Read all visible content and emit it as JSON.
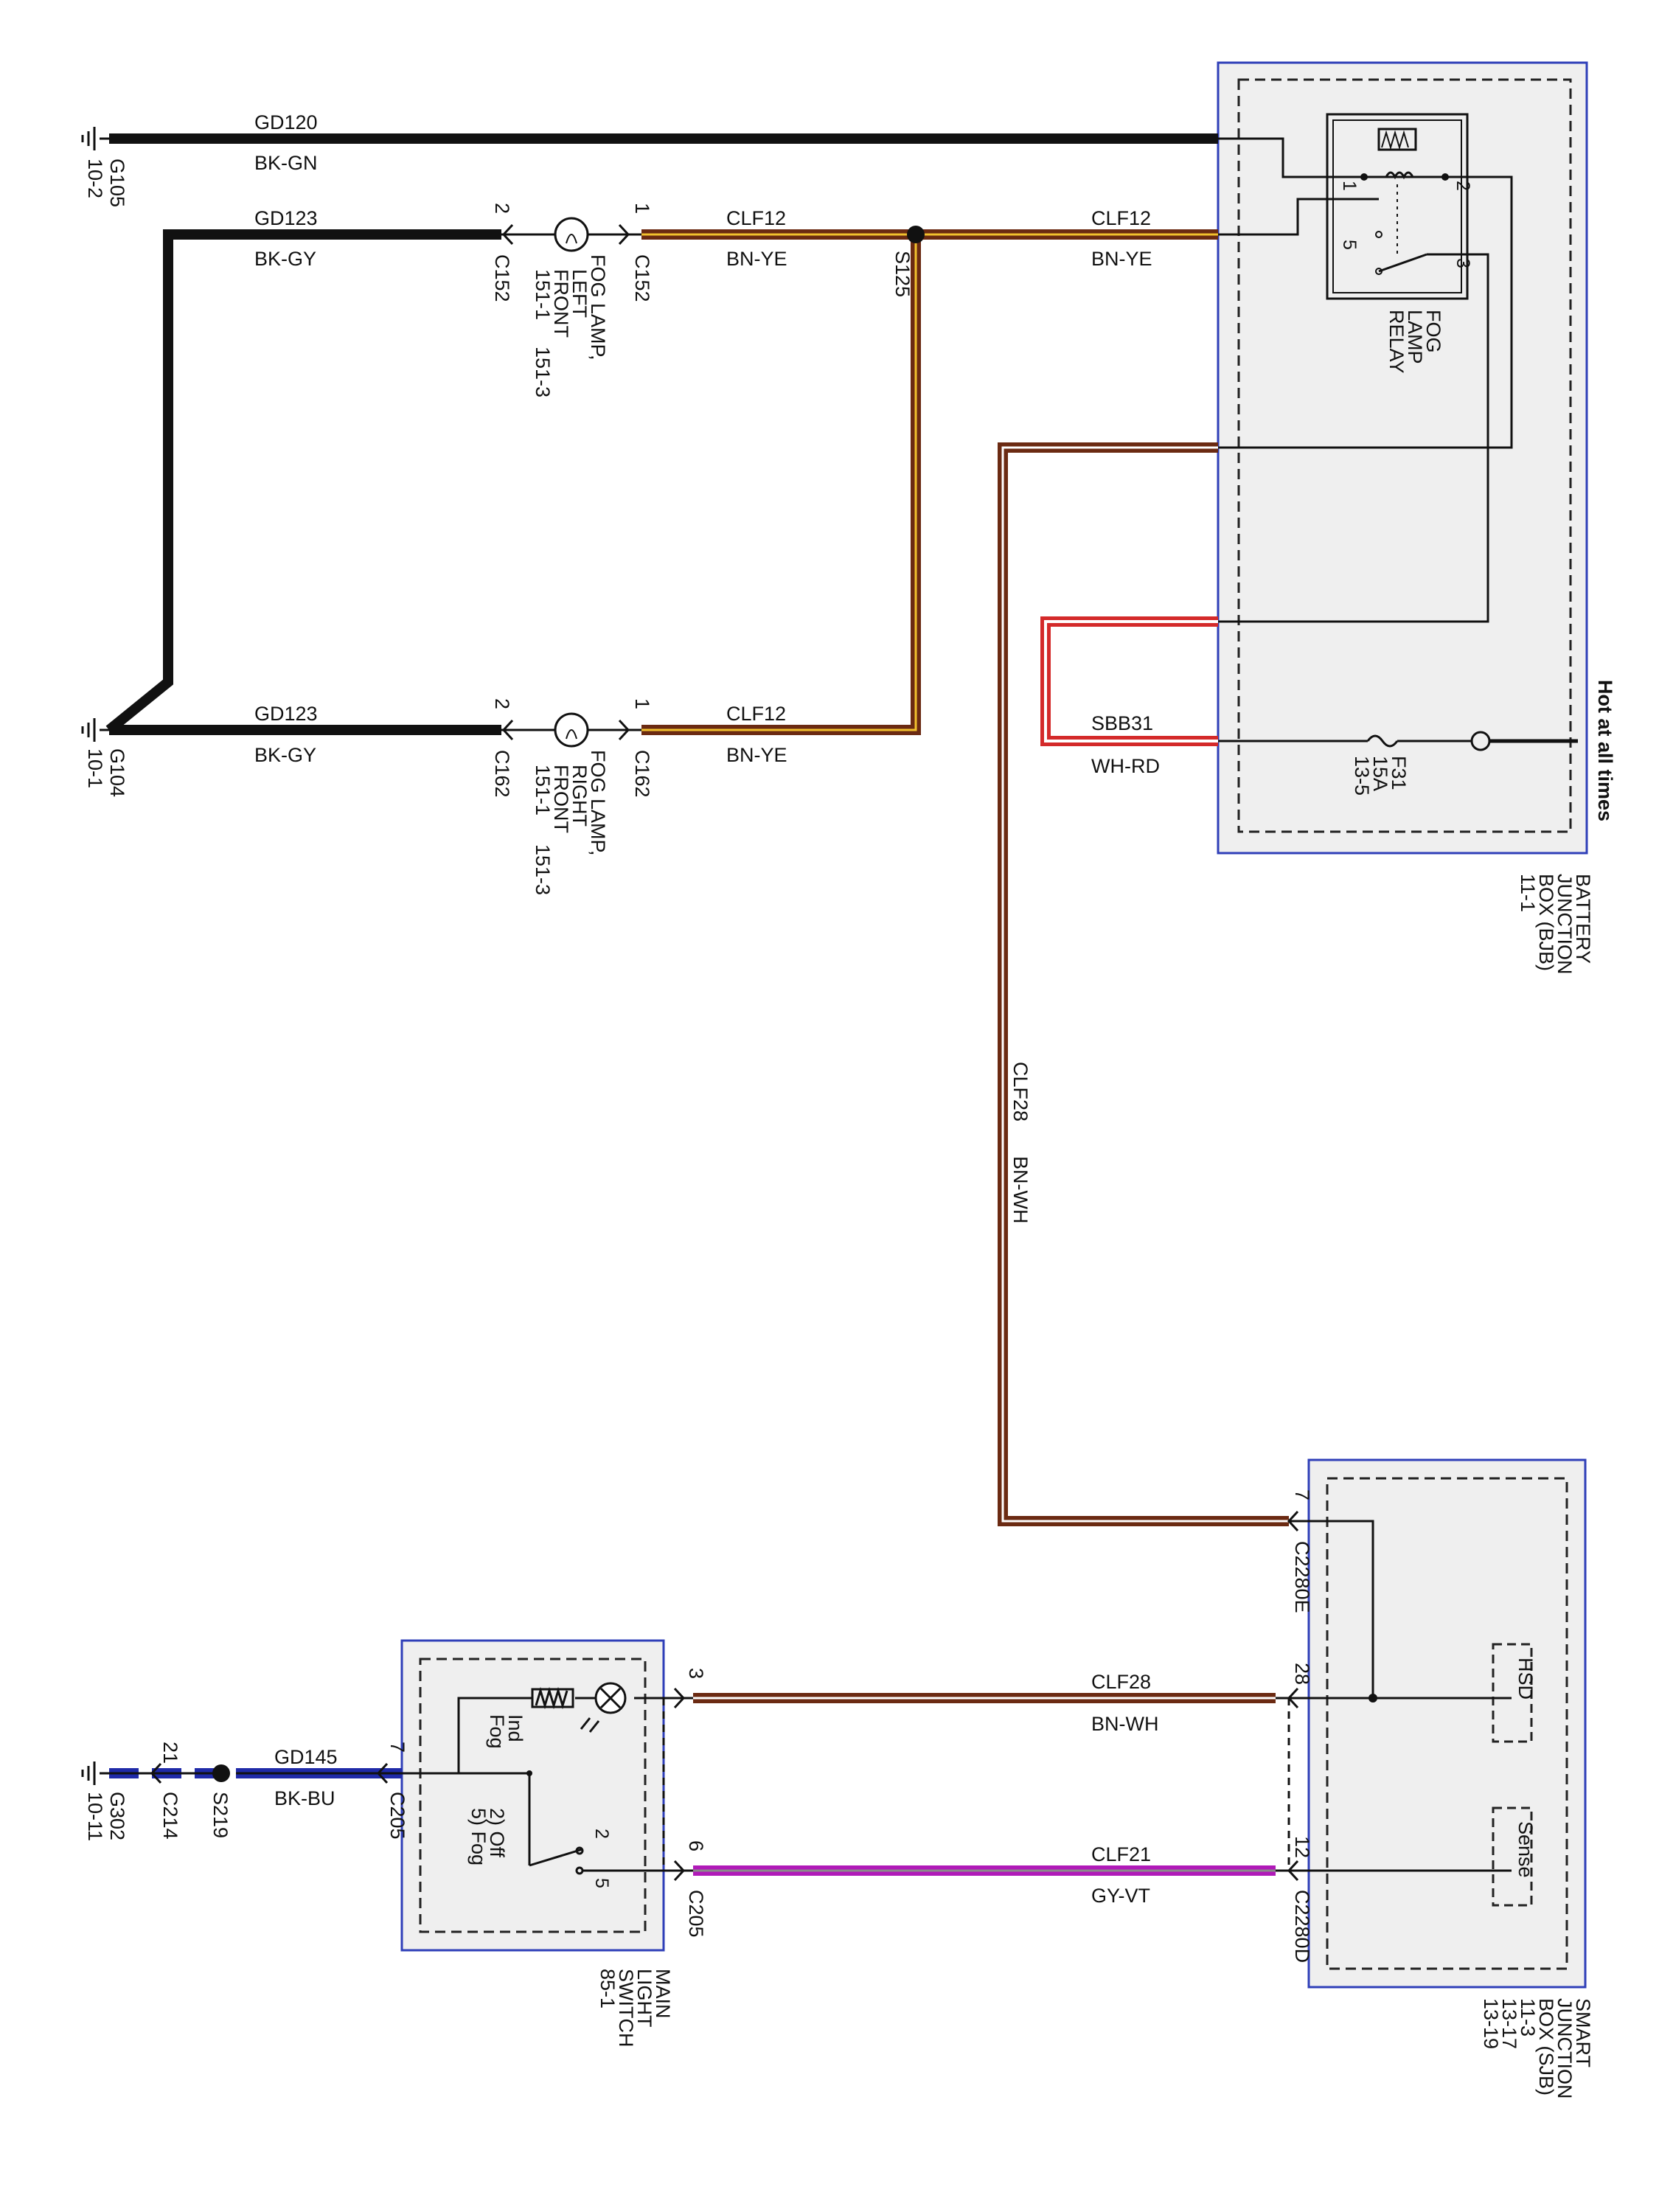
{
  "grounds": {
    "g105": {
      "name": "G105",
      "ref": "10-2"
    },
    "g104": {
      "name": "G104",
      "ref": "10-1"
    },
    "g302": {
      "name": "G302",
      "ref": "10-11"
    }
  },
  "wires": {
    "gd120": {
      "circuit": "GD120",
      "color": "BK-GN"
    },
    "gd123_top": {
      "circuit": "GD123",
      "color": "BK-GY"
    },
    "gd123_bottom": {
      "circuit": "GD123",
      "color": "BK-GY"
    },
    "clf12_a": {
      "circuit": "CLF12",
      "color": "BN-YE"
    },
    "clf12_b": {
      "circuit": "CLF12",
      "color": "BN-YE"
    },
    "clf12_c": {
      "circuit": "CLF12",
      "color": "BN-YE"
    },
    "sbb31": {
      "circuit": "SBB31",
      "color": "WH-RD"
    },
    "clf28_vertical": {
      "circuit": "CLF28",
      "color": "BN-WH"
    },
    "clf28_bottom": {
      "circuit": "CLF28",
      "color": "BN-WH"
    },
    "clf21": {
      "circuit": "CLF21",
      "color": "GY-VT"
    },
    "gd145": {
      "circuit": "GD145",
      "color": "BK-BU"
    },
    "wire_colors": {
      "black": "#111111",
      "brown": "#6b2a12",
      "yellow": "#f2c12e",
      "white": "#ffffff",
      "red": "#d42a2a",
      "blue": "#1f2aa8",
      "violet": "#b01ab8",
      "gray": "#8a8a8a"
    }
  },
  "connectors": {
    "c152_pin1": "1",
    "c152_pin2": "2",
    "c152_name_a": "C152",
    "c152_name_b": "C152",
    "c162_pin1": "1",
    "c162_pin2": "2",
    "c162_name_a": "C162",
    "c162_name_b": "C162",
    "c2280e_pin": "7",
    "c2280e_name": "C2280E",
    "c2280d_pin28": "28",
    "c2280d_pin12": "12",
    "c2280d_name": "C2280D",
    "c205_pin3": "3",
    "c205_pin6": "6",
    "c205_pin7": "7",
    "c205_name_a": "C205",
    "c205_name_b": "C205",
    "c214_pin": "21",
    "c214_name": "C214"
  },
  "splices": {
    "s125": "S125",
    "s219": "S219"
  },
  "components": {
    "fog_lamp_left": {
      "line1": "FOG LAMP,",
      "line2": "LEFT",
      "line3": "FRONT",
      "ref1": "151-1",
      "ref2": "151-3"
    },
    "fog_lamp_right": {
      "line1": "FOG LAMP,",
      "line2": "RIGHT",
      "line3": "FRONT",
      "ref1": "151-1",
      "ref2": "151-3"
    },
    "relay": {
      "line1": "FOG",
      "line2": "LAMP",
      "line3": "RELAY",
      "pin1": "1",
      "pin2": "2",
      "pin3": "3",
      "pin5": "5"
    },
    "fuse": {
      "name": "F31",
      "rating": "15A",
      "ref": "13-5"
    },
    "hot": "Hot at all times",
    "bjb": {
      "line1": "BATTERY",
      "line2": "JUNCTION",
      "line3": "BOX (BJB)",
      "ref": "11-1"
    },
    "sjb": {
      "line1": "SMART",
      "line2": "JUNCTION",
      "line3": "BOX (SJB)",
      "ref1": "11-3",
      "ref2": "13-17",
      "ref3": "13-19",
      "hsd": "HSD",
      "sense": "Sense"
    },
    "main_switch": {
      "line1": "MAIN",
      "line2": "LIGHT",
      "line3": "SWITCH",
      "ref": "85-1",
      "ind1": "Ind",
      "ind2": "Fog",
      "pos1": "2) Off",
      "pos2": "5) Fog",
      "sw_pin2": "2",
      "sw_pin5": "5"
    }
  }
}
